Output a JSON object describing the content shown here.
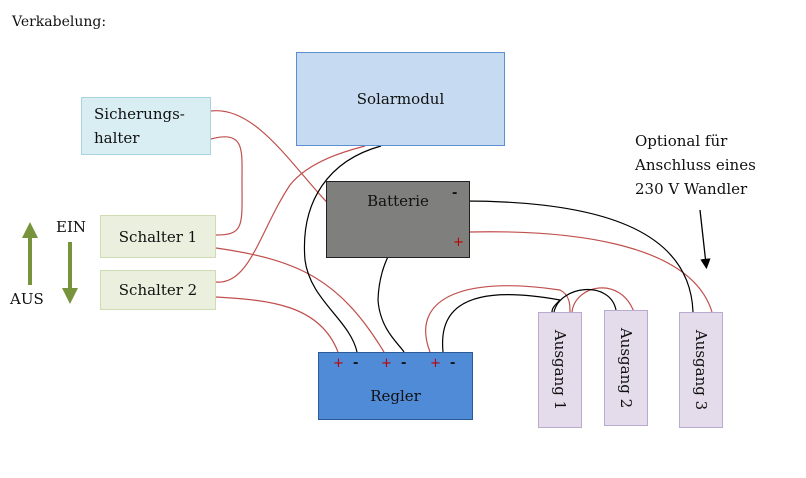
{
  "title": "Verkabelung:",
  "components": {
    "solar": "Solarmodul",
    "fuse_line1": "Sicherungs-",
    "fuse_line2": "halter",
    "battery": "Batterie",
    "switch1": "Schalter 1",
    "switch2": "Schalter 2",
    "regler": "Regler",
    "outputs": [
      "Ausgang 1",
      "Ausgang 2",
      "Ausgang 3"
    ]
  },
  "switch_legend": {
    "on": "EIN",
    "off": "AUS"
  },
  "note": [
    "Optional für",
    "Anschluss eines",
    "230 V Wandler"
  ],
  "terminals": {
    "plus": "+",
    "minus": "-"
  },
  "colors": {
    "wire_positive": "#c0504d",
    "wire_negative": "#000000",
    "arrow_green": "#77933c"
  }
}
